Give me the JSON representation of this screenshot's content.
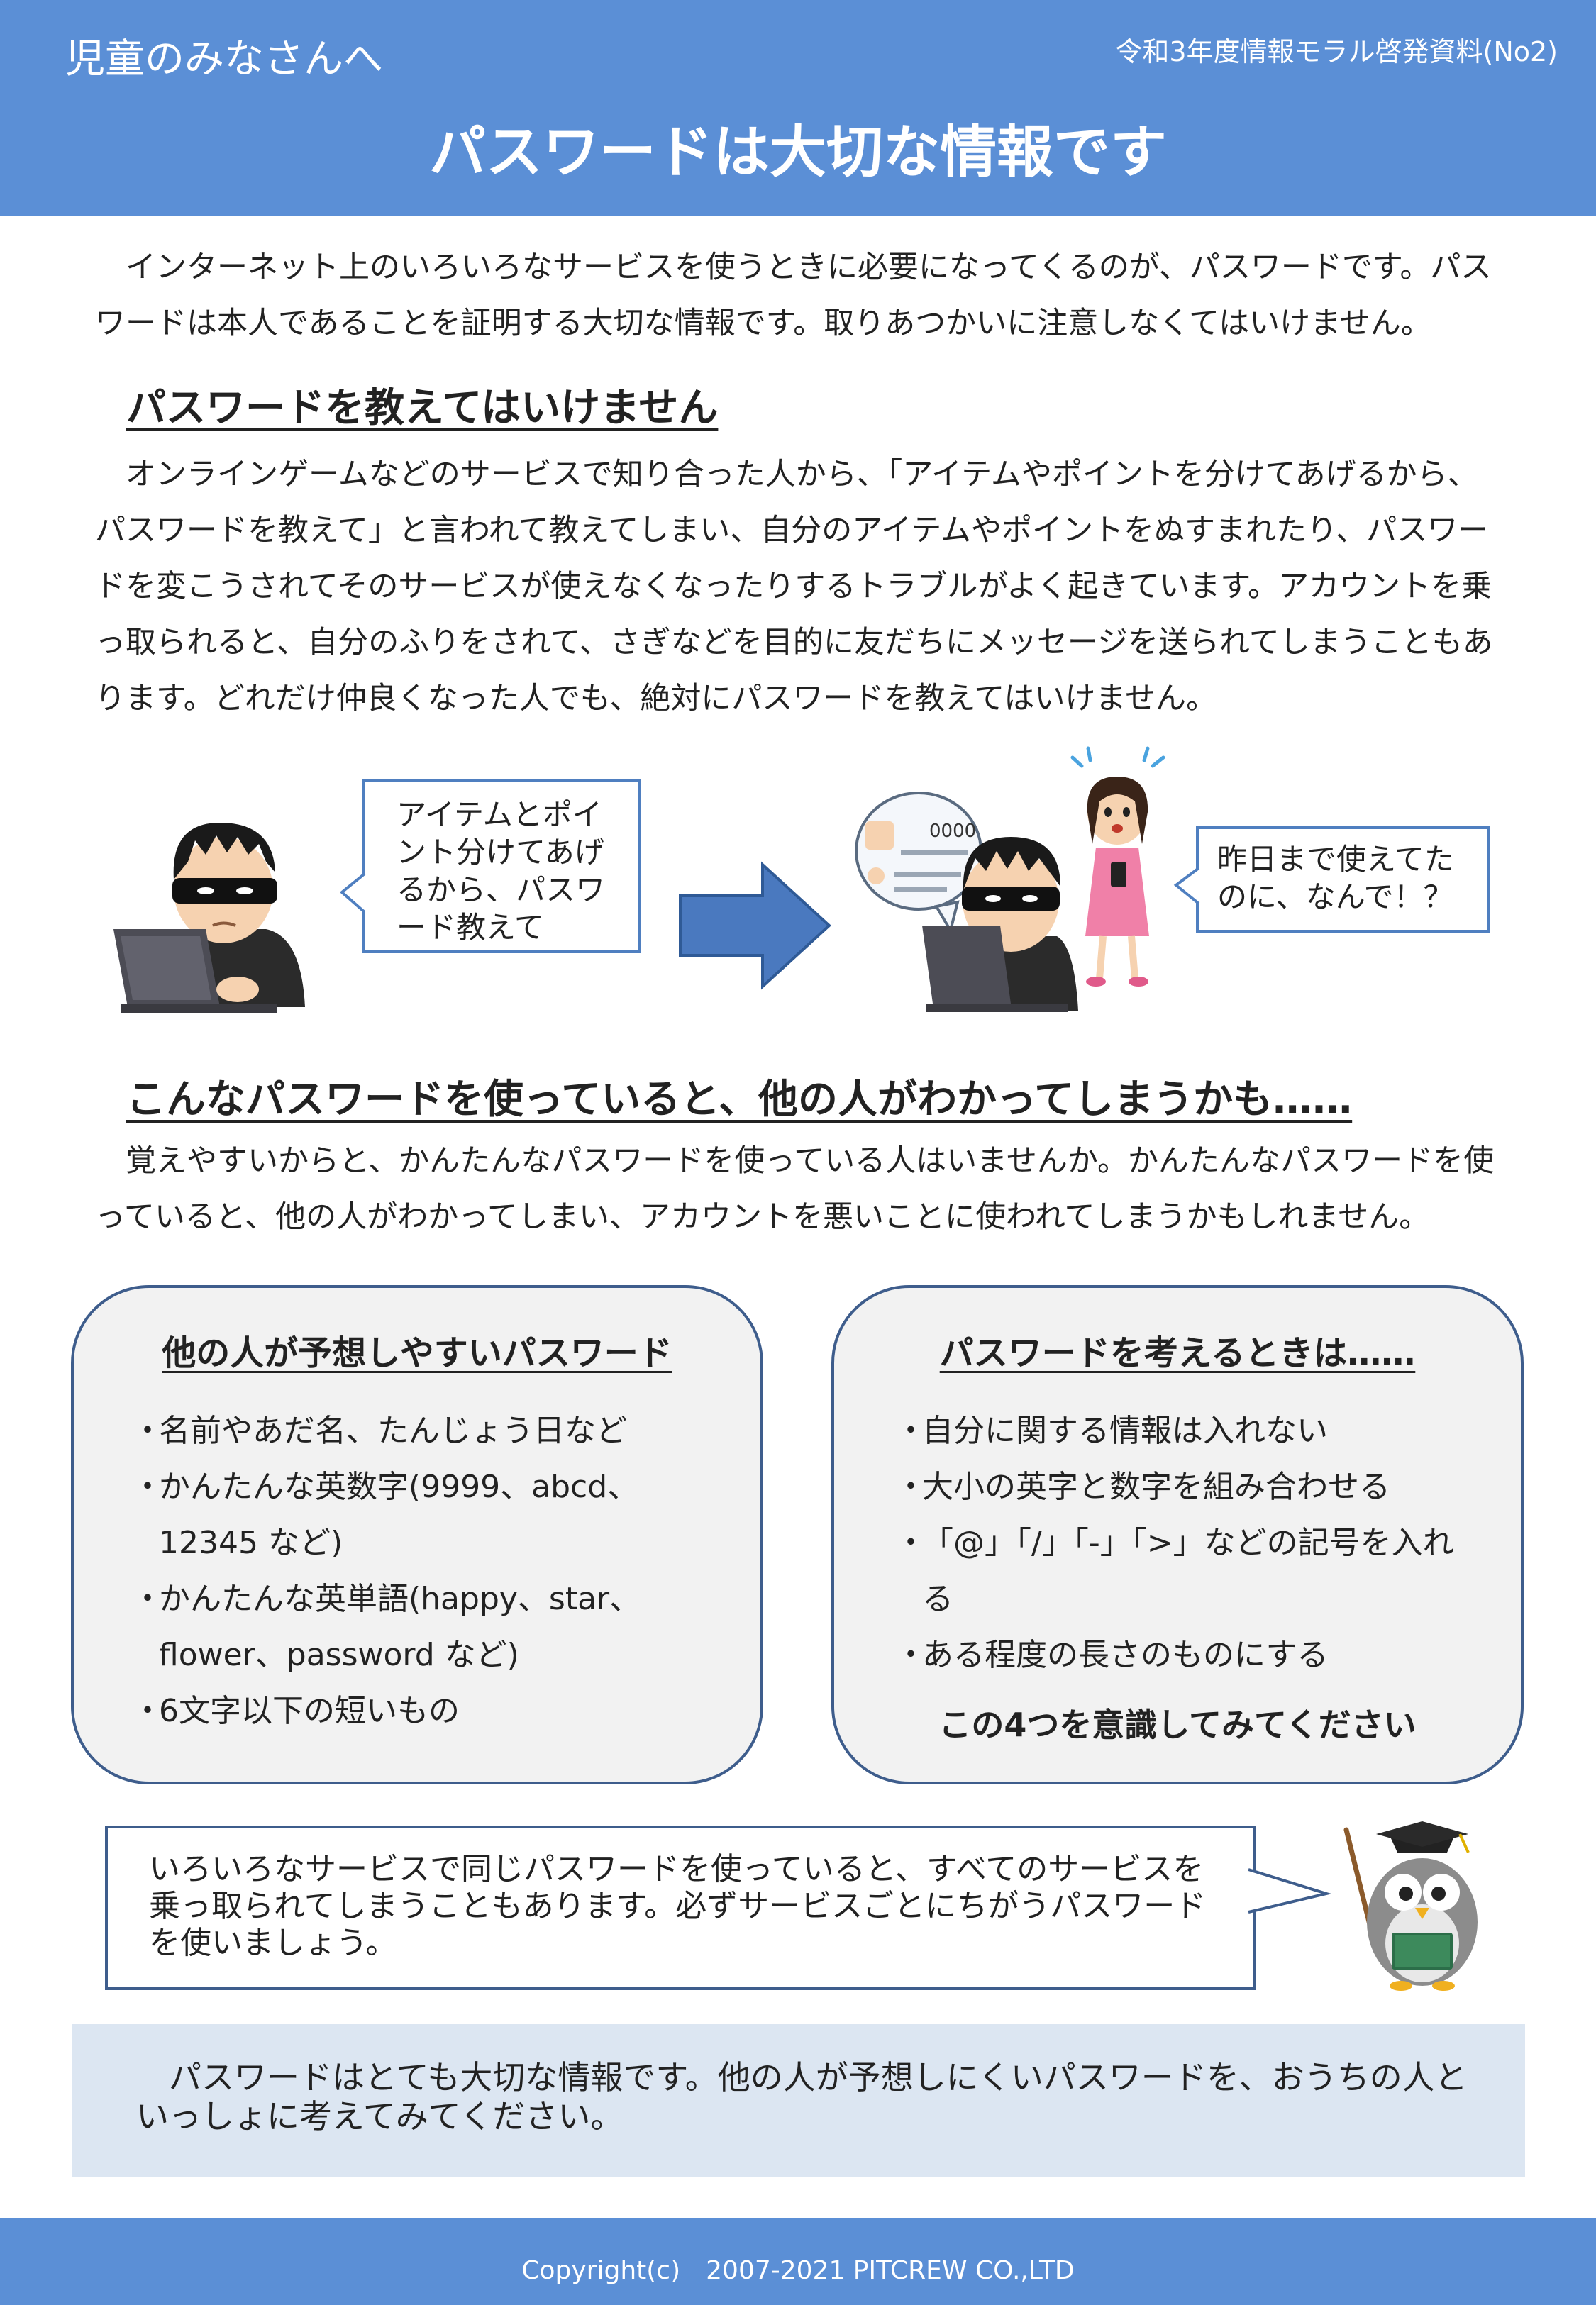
{
  "header": {
    "audience": "児童のみなさんへ",
    "series": "令和3年度情報モラル啓発資料(No2)",
    "title": "パスワードは大切な情報です"
  },
  "intro": "インターネット上のいろいろなサービスを使うときに必要になってくるのが、パスワードです。パスワードは本人であることを証明する大切な情報です。取りあつかいに注意しなくてはいけません。",
  "section1": {
    "heading": "パスワードを教えてはいけません",
    "body": "オンラインゲームなどのサービスで知り合った人から、「アイテムやポイントを分けてあげるから、パスワードを教えて」と言われて教えてしまい、自分のアイテムやポイントをぬすまれたり、パスワードを変こうされてそのサービスが使えなくなったりするトラブルがよく起きています。アカウントを乗っ取られると、自分のふりをされて、さぎなどを目的に友だちにメッセージを送られてしまうこともあります。どれだけ仲良くなった人でも、絶対にパスワードを教えてはいけません。",
    "bubble_hacker": "アイテムとポイント分けてあげるから、パスワード教えて",
    "bubble_victim": "昨日まで使えてたのに、なんで！？",
    "profile_code": "0000"
  },
  "section2": {
    "heading": "こんなパスワードを使っていると、他の人がわかってしまうかも……",
    "body": "覚えやすいからと、かんたんなパスワードを使っている人はいませんか。かんたんなパスワードを使っていると、他の人がわかってしまい、アカウントを悪いことに使われてしまうかもしれません。"
  },
  "card_weak": {
    "title": "他の人が予想しやすいパスワード",
    "items": [
      "名前やあだ名、たんじょう日など",
      "かんたんな英数字(9999、abcd、12345 など)",
      "かんたんな英単語(happy、star、flower、password など)",
      "6文字以下の短いもの"
    ]
  },
  "card_tips": {
    "title": "パスワードを考えるときは……",
    "items": [
      "自分に関する情報は入れない",
      "大小の英字と数字を組み合わせる",
      "「@」「/」「-」「>」などの記号を入れる",
      "ある程度の長さのものにする"
    ],
    "note": "この4つを意識してみてください"
  },
  "owl_tip": "いろいろなサービスで同じパスワードを使っていると、すべてのサービスを乗っ取られてしまうこともあります。必ずサービスごとにちがうパスワードを使いましょう。",
  "summary": "パスワードはとても大切な情報です。他の人が予想しにくいパスワードを、おうちの人といっしょに考えてみてください。",
  "footer": {
    "copyright": "Copyright(c)　2007-2021 PITCREW CO.,LTD"
  },
  "colors": {
    "header_blue": "#5b8fd6",
    "card_border": "#3e5d8c",
    "summary_bg": "#dce6f2",
    "arrow_blue": "#4a79bf"
  }
}
